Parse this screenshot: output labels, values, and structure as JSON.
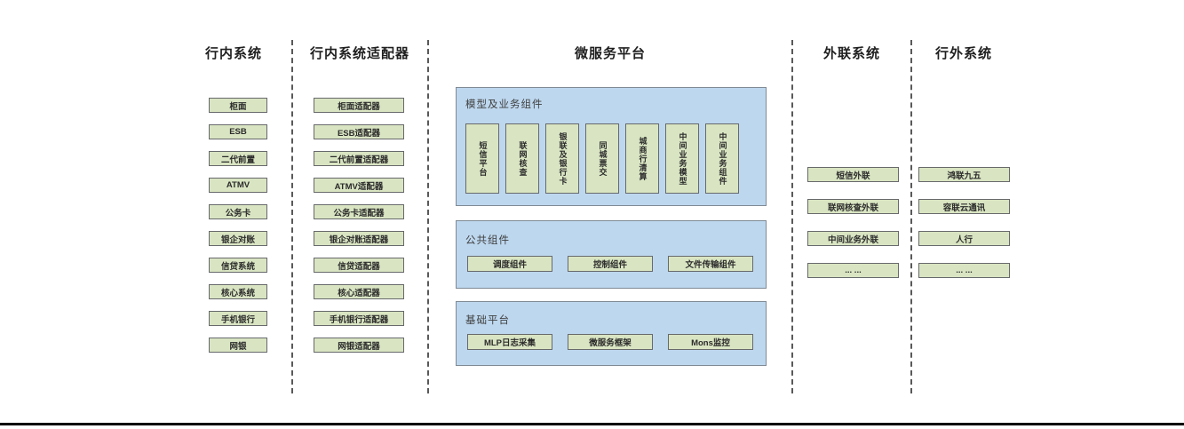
{
  "colors": {
    "green_fill": "#d9e5c2",
    "green_border": "#67696b",
    "blue_fill": "#bdd7ee",
    "blue_border": "#7f8a94",
    "dash_color": "#595959",
    "header_text": "#1f1f1f",
    "box_text": "#2b2b2b",
    "label_text": "#404040",
    "rule_color": "#000000"
  },
  "columns": {
    "in_bank": {
      "header": "行内系统",
      "items": [
        "柜面",
        "ESB",
        "二代前置",
        "ATMV",
        "公务卡",
        "银企对账",
        "信贷系统",
        "核心系统",
        "手机银行",
        "网银"
      ]
    },
    "in_bank_adapter": {
      "header": "行内系统适配器",
      "items": [
        "柜面适配器",
        "ESB适配器",
        "二代前置适配器",
        "ATMV适配器",
        "公务卡适配器",
        "银企对账适配器",
        "信贷适配器",
        "核心适配器",
        "手机银行适配器",
        "网银适配器"
      ]
    },
    "microservice_platform": {
      "header": "微服务平台",
      "groups": {
        "model_business": {
          "label": "模型及业务组件",
          "items": [
            "短信平台",
            "联网核查",
            "银联及银行卡",
            "同城票交",
            "城商行清算",
            "中间业务模型",
            "中间业务组件"
          ]
        },
        "common": {
          "label": "公共组件",
          "items": [
            "调度组件",
            "控制组件",
            "文件传输组件"
          ]
        },
        "base": {
          "label": "基础平台",
          "items": [
            "MLP日志采集",
            "微服务框架",
            "Mons监控"
          ]
        }
      }
    },
    "external_link": {
      "header": "外联系统",
      "items": [
        "短信外联",
        "联网核查外联",
        "中间业务外联",
        "... ..."
      ]
    },
    "out_of_bank": {
      "header": "行外系统",
      "items": [
        "鸿联九五",
        "容联云通讯",
        "人行",
        "... ..."
      ]
    }
  }
}
